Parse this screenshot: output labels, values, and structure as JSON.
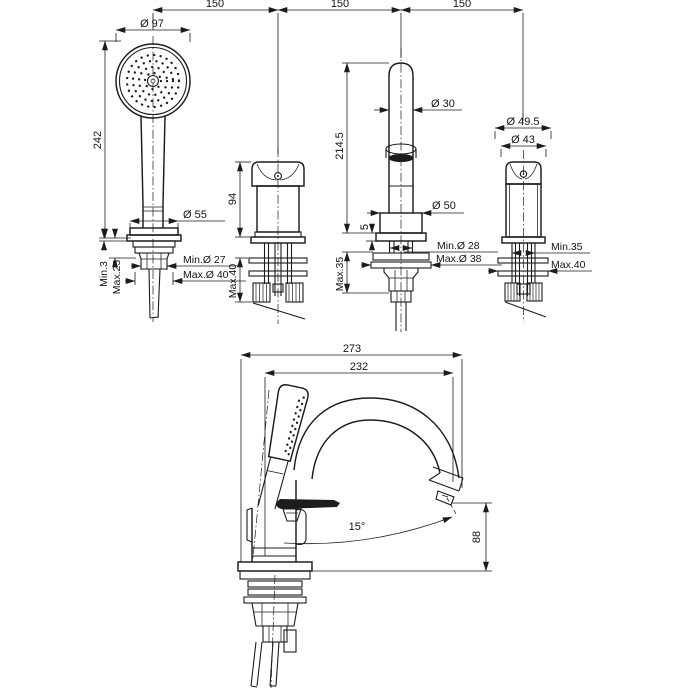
{
  "colors": {
    "line": "#1c1c1c",
    "background": "#ffffff"
  },
  "drawing": {
    "top_dims": {
      "d1": "150",
      "d2": "150",
      "d3": "150"
    },
    "handshower": {
      "head_dia": "Ø 97",
      "height": "242",
      "escutcheon_dia": "Ø 55",
      "min_hole": "Min.Ø 27",
      "max_hole": "Max.Ø 40",
      "min_deck": "Min.3",
      "max_deck": "Max.25"
    },
    "diverter": {
      "height": "94",
      "max_deck": "Max.40"
    },
    "spout": {
      "dia": "Ø 30",
      "height": "214.5",
      "base_dia": "Ø 50",
      "plate_gap": "5",
      "min_hole": "Min.Ø 28",
      "max_hole": "Max.Ø 38",
      "max_deck": "Max.35"
    },
    "handle": {
      "outer_dia": "Ø 49.5",
      "top_dia": "Ø 43",
      "min_deck": "Min.35",
      "max_deck": "Max.40"
    },
    "side_view": {
      "overall_width": "273",
      "spout_reach": "232",
      "lever_angle": "15°",
      "spout_height": "88"
    }
  }
}
